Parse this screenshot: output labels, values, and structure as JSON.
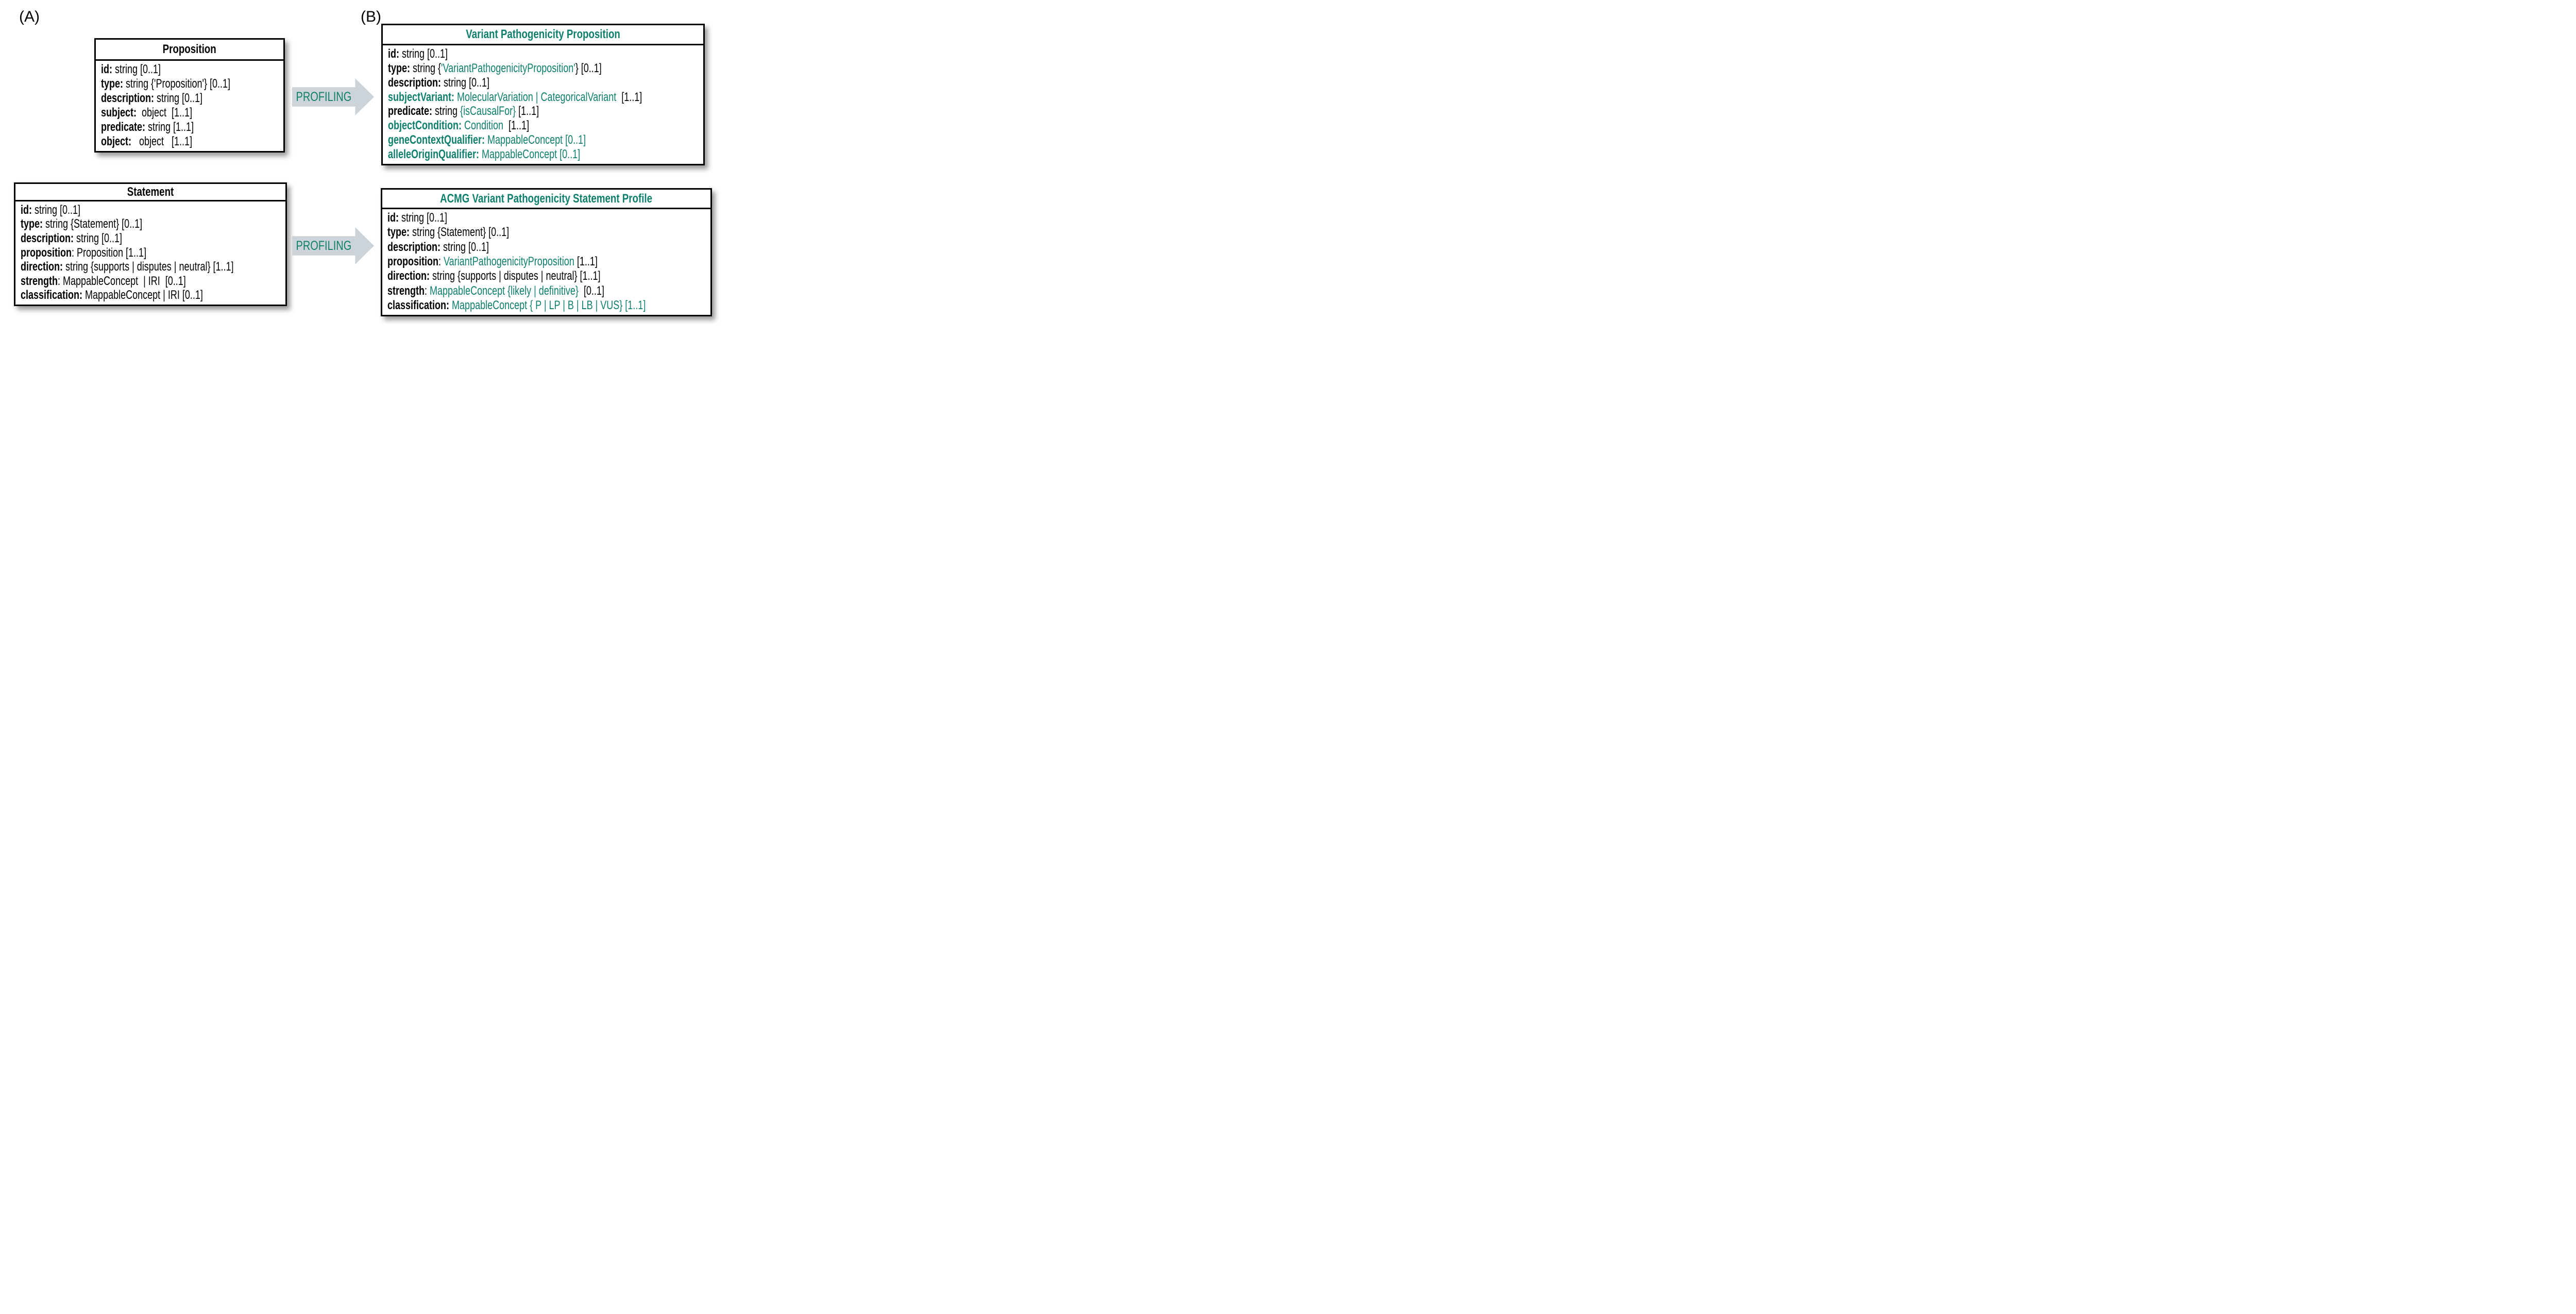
{
  "colors": {
    "teal": "#0f7f6d",
    "black": "#000000",
    "arrow_gray": "#cdd4d9"
  },
  "labels": {
    "panel_a": "(A)",
    "panel_b": "(B)"
  },
  "arrows": [
    {
      "label": "PROFILING"
    },
    {
      "label": "PROFILING"
    }
  ],
  "boxes": {
    "proposition": {
      "title": [
        {
          "t": "Proposition",
          "b": true
        }
      ],
      "rows": [
        [
          {
            "t": "id:",
            "b": true
          },
          {
            "t": " string [0..1]"
          }
        ],
        [
          {
            "t": "type:",
            "b": true
          },
          {
            "t": " string {'Proposition'} [0..1]"
          }
        ],
        [
          {
            "t": "description:",
            "b": true
          },
          {
            "t": " string [0..1]"
          }
        ],
        [
          {
            "t": "subject:",
            "b": true
          },
          {
            "t": "  object  [1..1]"
          }
        ],
        [
          {
            "t": "predicate:",
            "b": true
          },
          {
            "t": " string [1..1]"
          }
        ],
        [
          {
            "t": "object:",
            "b": true
          },
          {
            "t": "   object   [1..1]"
          }
        ]
      ]
    },
    "statement": {
      "title": [
        {
          "t": "Statement",
          "b": true
        }
      ],
      "rows": [
        [
          {
            "t": "id:",
            "b": true
          },
          {
            "t": " string [0..1]"
          }
        ],
        [
          {
            "t": "type:",
            "b": true
          },
          {
            "t": " string {Statement} [0..1]"
          }
        ],
        [
          {
            "t": "description:",
            "b": true
          },
          {
            "t": " string [0..1]"
          }
        ],
        [
          {
            "t": "proposition",
            "b": true
          },
          {
            "t": ": Proposition [1..1]"
          }
        ],
        [
          {
            "t": "direction:",
            "b": true
          },
          {
            "t": " string {supports | disputes | neutral} [1..1]"
          }
        ],
        [
          {
            "t": "strength",
            "b": true
          },
          {
            "t": ": MappableConcept  | IRI  [0..1]"
          }
        ],
        [
          {
            "t": "classification:",
            "b": true
          },
          {
            "t": " MappableConcept | IRI [0..1]"
          }
        ]
      ]
    },
    "vpp": {
      "title": [
        {
          "t": "Variant Pathogenicity Proposition",
          "b": true,
          "teal": true
        }
      ],
      "rows": [
        [
          {
            "t": "id:",
            "b": true
          },
          {
            "t": " string [0..1]"
          }
        ],
        [
          {
            "t": "type:",
            "b": true
          },
          {
            "t": " string {"
          },
          {
            "t": "'VariantPathogenicityProposition'",
            "teal": true
          },
          {
            "t": "} [0..1]"
          }
        ],
        [
          {
            "t": "description:",
            "b": true
          },
          {
            "t": " string [0..1]"
          }
        ],
        [
          {
            "t": "subjectVariant:",
            "b": true,
            "teal": true
          },
          {
            "t": " MolecularVariation | CategoricalVariant ",
            "teal": true
          },
          {
            "t": " [1..1]"
          }
        ],
        [
          {
            "t": "predicate:",
            "b": true
          },
          {
            "t": " string "
          },
          {
            "t": "{isCausalFor}",
            "teal": true
          },
          {
            "t": " [1..1]"
          }
        ],
        [
          {
            "t": "objectCondition:",
            "b": true,
            "teal": true
          },
          {
            "t": " Condition ",
            "teal": true
          },
          {
            "t": " [1..1]"
          }
        ],
        [
          {
            "t": "geneContextQualifier:",
            "b": true,
            "teal": true
          },
          {
            "t": " MappableConcept [0..1]",
            "teal": true
          }
        ],
        [
          {
            "t": "alleleOriginQualifier:",
            "b": true,
            "teal": true
          },
          {
            "t": " MappableConcept [0..1]",
            "teal": true
          }
        ]
      ]
    },
    "acmg": {
      "title": [
        {
          "t": "ACMG Variant Pathogenicity Statement Profile",
          "b": true,
          "teal": true
        }
      ],
      "rows": [
        [
          {
            "t": "id:",
            "b": true
          },
          {
            "t": " string [0..1]"
          }
        ],
        [
          {
            "t": "type:",
            "b": true
          },
          {
            "t": " string {Statement} [0..1]"
          }
        ],
        [
          {
            "t": "description:",
            "b": true
          },
          {
            "t": " string [0..1]"
          }
        ],
        [
          {
            "t": "proposition",
            "b": true
          },
          {
            "t": ": "
          },
          {
            "t": "VariantPathogenicityProposition",
            "teal": true
          },
          {
            "t": " [1..1]"
          }
        ],
        [
          {
            "t": "direction:",
            "b": true
          },
          {
            "t": " string {supports | disputes | neutral} [1..1]"
          }
        ],
        [
          {
            "t": "strength",
            "b": true
          },
          {
            "t": ": "
          },
          {
            "t": "MappableConcept {likely | definitive}",
            "teal": true
          },
          {
            "t": "  [0..1]"
          }
        ],
        [
          {
            "t": "classification:",
            "b": true
          },
          {
            "t": " MappableConcept { P | LP | B | LB | VUS}",
            "teal": true
          },
          {
            "t": " [1..1]",
            "teal": true
          }
        ]
      ]
    }
  }
}
